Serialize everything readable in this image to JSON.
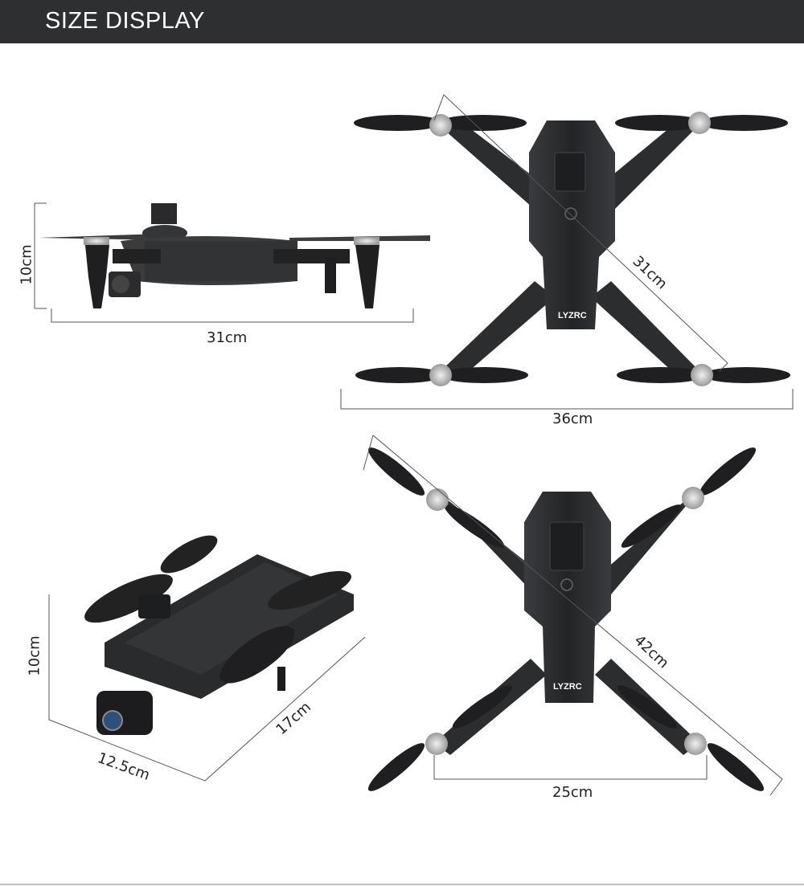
{
  "header": {
    "title": "SIZE DISPLAY",
    "background": "#2e2f31",
    "text_color": "#ffffff"
  },
  "brand": {
    "logo_text": "LYZRC"
  },
  "views": {
    "side_view": {
      "height_label": "10cm",
      "width_label": "31cm"
    },
    "top_folded_arms_view": {
      "diagonal_label": "31cm",
      "width_label": "36cm"
    },
    "folded_perspective_view": {
      "height_label": "10cm",
      "depth_label": "12.5cm",
      "length_label": "17cm"
    },
    "top_unfolded_view": {
      "diagonal_label": "42cm",
      "width_label": "25cm"
    }
  },
  "colors": {
    "drone_body": "#2a2b2d",
    "drone_dark": "#1c1c1e",
    "motor_silver": "#cfcfcf",
    "dimension_line": "#555555"
  }
}
